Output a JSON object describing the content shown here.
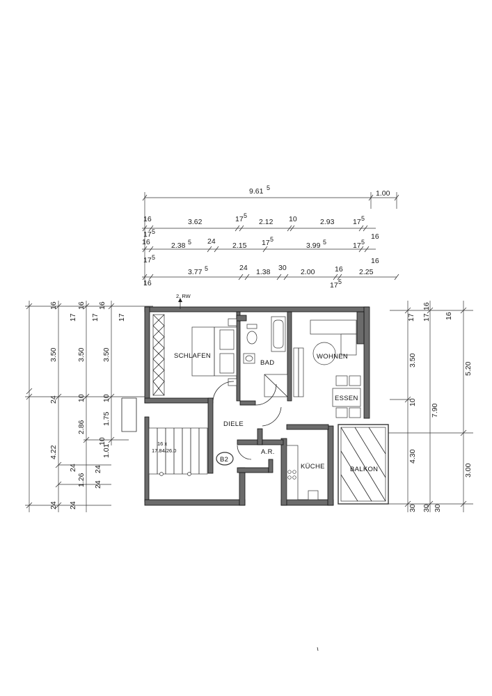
{
  "colors": {
    "wall": "#6b6b6b",
    "line": "#222222",
    "paper": "#ffffff"
  },
  "rooms": {
    "schlafen": "SCHLAFEN",
    "bad": "BAD",
    "wohnen": "WOHNEN",
    "essen": "ESSEN",
    "diele": "DIELE",
    "ar": "A.R.",
    "kueche": "KÜCHE",
    "balkon": "BALKON",
    "b2": "B2"
  },
  "labels": {
    "north_marker": "2. RW",
    "stair_count": "16 x",
    "stair_size": "17.84/26.0"
  },
  "dims_top": {
    "row1": {
      "total": "9.61",
      "total_sup": "5",
      "extra": "1.00"
    },
    "row2": {
      "a": "16",
      "b": "3.62",
      "c": "17",
      "c_sup": "5",
      "d": "2.12",
      "e": "10",
      "f": "2.93",
      "g": "17",
      "g_sup": "5"
    },
    "row3": {
      "a": "17",
      "a_sup": "5",
      "b": "16",
      "c": "2.38",
      "c_sup": "5",
      "d": "24",
      "e": "2.15",
      "f": "17",
      "f_sup": "5",
      "g": "3.99",
      "g_sup": "5",
      "h": "17",
      "h_sup": "5",
      "i": "16"
    },
    "row4": {
      "a": "17",
      "a_sup": "5",
      "b": "3.77",
      "b_sup": "5",
      "c": "24",
      "d": "1.38",
      "e": "30",
      "f": "2.00",
      "g": "16",
      "h": "2.25",
      "i": "17",
      "i_sup": "5",
      "j": "16",
      "k": "16"
    }
  },
  "dims_left": {
    "col1": [
      "16",
      "3.50",
      "24",
      "4.22",
      "24"
    ],
    "col2": [
      "17",
      "24",
      "1.26",
      "24"
    ],
    "col3": [
      "16",
      "17",
      "3.50",
      "10",
      "2.86",
      "24",
      "24"
    ],
    "col4": [
      "16",
      "17",
      "3.50",
      "10",
      "1.75",
      "10",
      "1.01"
    ]
  },
  "dims_right": {
    "col1": [
      "17",
      "3.50",
      "10",
      "4.30",
      "30"
    ],
    "col2": [
      "16",
      "17",
      "7.90",
      "30"
    ],
    "col3": [
      "16",
      "5.20",
      "3.00",
      "30"
    ]
  }
}
